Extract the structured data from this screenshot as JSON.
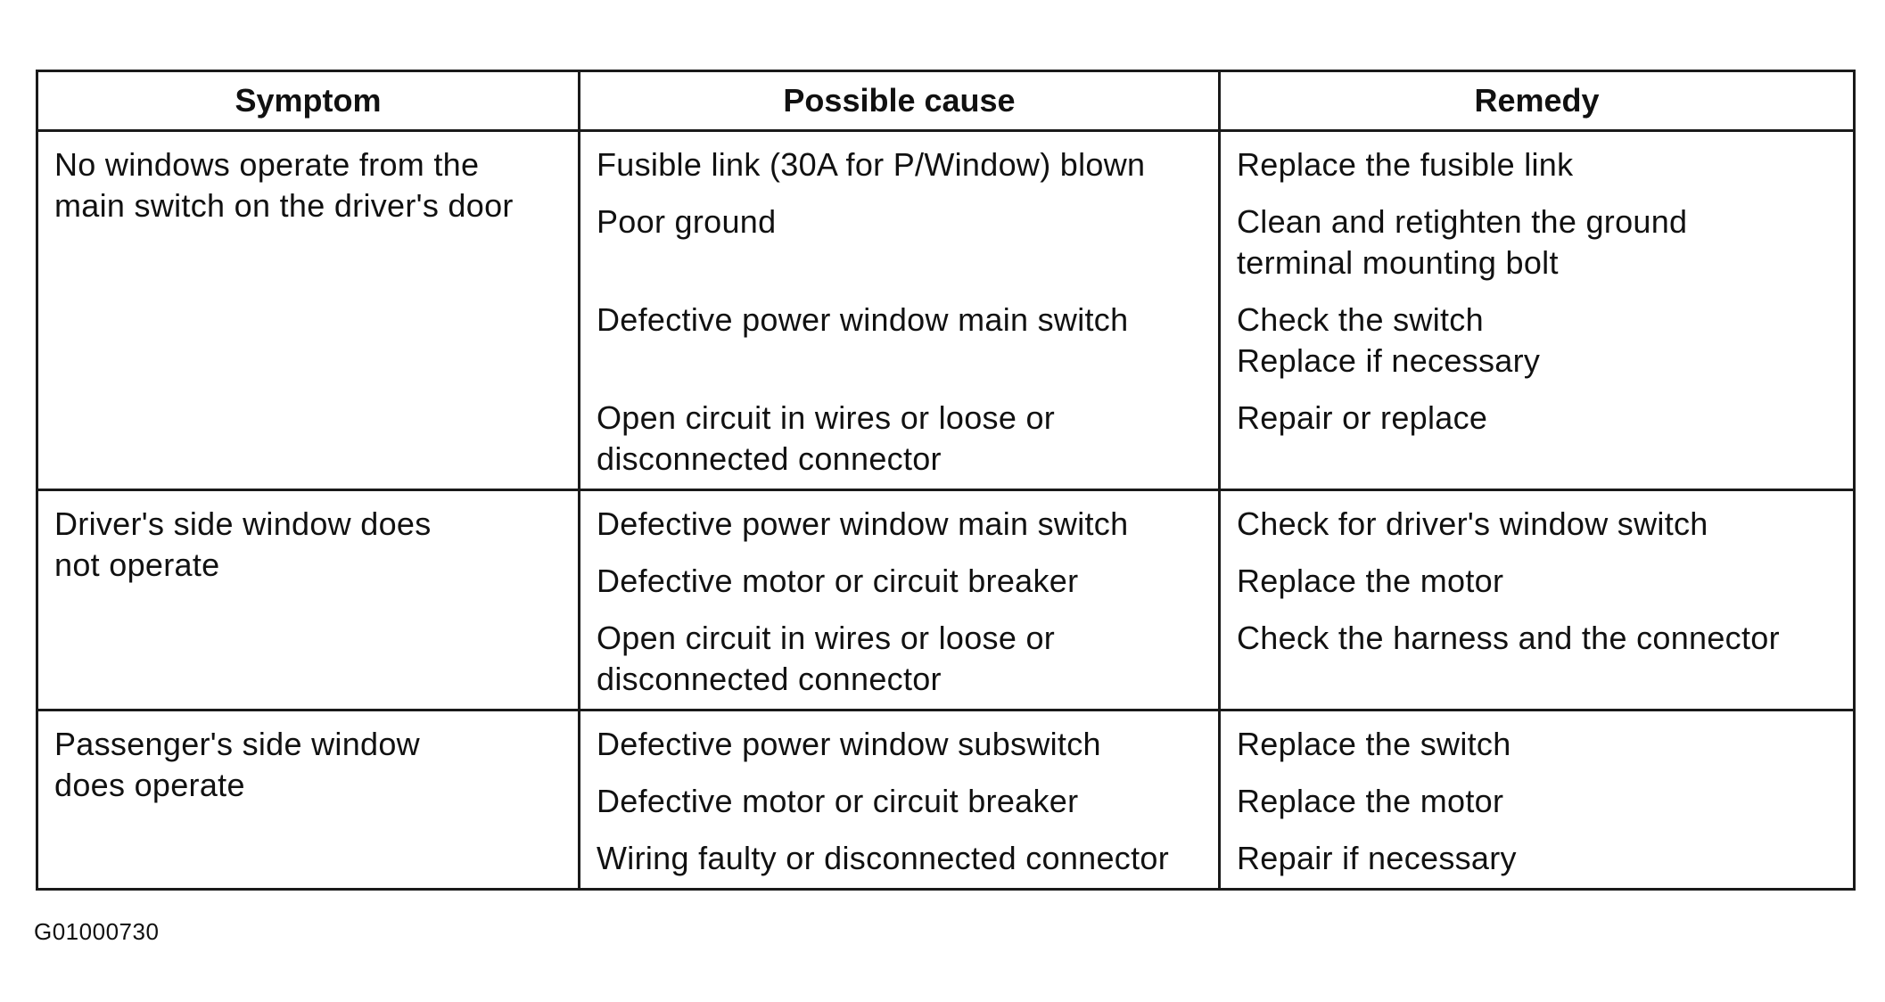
{
  "table": {
    "headers": {
      "symptom": "Symptom",
      "cause": "Possible cause",
      "remedy": "Remedy"
    },
    "groups": [
      {
        "symptom": "No windows operate from the\nmain switch on the driver's door",
        "rows": [
          {
            "cause": "Fusible link (30A for P/Window) blown",
            "remedy": "Replace the fusible link"
          },
          {
            "cause": "Poor ground",
            "remedy": "Clean and retighten the ground\nterminal mounting bolt"
          },
          {
            "cause": "Defective power window main switch",
            "remedy": "Check the switch\nReplace if necessary"
          },
          {
            "cause": "Open circuit in wires or loose or\ndisconnected connector",
            "remedy": "Repair or replace"
          }
        ]
      },
      {
        "symptom": "Driver's side window does\nnot operate",
        "rows": [
          {
            "cause": "Defective power window main switch",
            "remedy": "Check for driver's window switch"
          },
          {
            "cause": "Defective motor or circuit breaker",
            "remedy": "Replace the motor"
          },
          {
            "cause": "Open circuit in wires or loose or\ndisconnected connector",
            "remedy": "Check the harness and the connector"
          }
        ]
      },
      {
        "symptom": "Passenger's side window\ndoes operate",
        "rows": [
          {
            "cause": "Defective power window subswitch",
            "remedy": "Replace the switch"
          },
          {
            "cause": "Defective motor or circuit breaker",
            "remedy": "Replace the motor"
          },
          {
            "cause": "Wiring faulty or disconnected connector",
            "remedy": "Repair if necessary"
          }
        ]
      }
    ]
  },
  "figure_code": "G01000730"
}
